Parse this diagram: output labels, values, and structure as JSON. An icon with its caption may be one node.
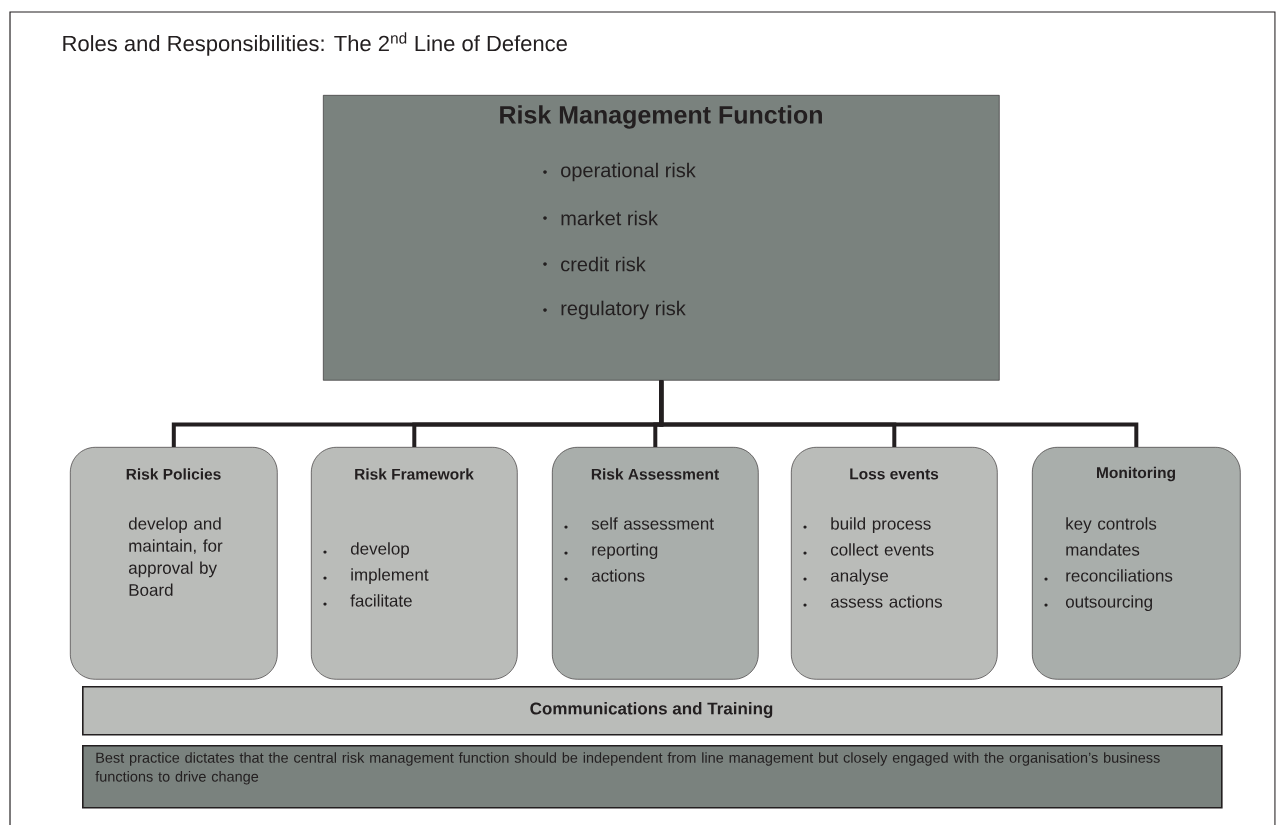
{
  "diagram": {
    "title": "Roles and Responsibilities: The 2$^{nd}$ Line of Defence",
    "nodes": [
      {
        "text": [
          "Risk Management Function",
          "operational risk",
          "market risk",
          "credit risk",
          "regulatory risk"
        ]
      },
      {
        "text": [
          "Risk Policies",
          "develop and maintain, for approval by Board"
        ]
      },
      {
        "text": [
          "Risk Framework",
          "develop",
          "implement",
          "facilitate"
        ]
      },
      {
        "text": [
          "Risk Assessment",
          "self assessment",
          "reporting",
          "actions"
        ]
      },
      {
        "text": [
          "Loss events",
          "build process",
          "collect events",
          "analyse",
          "assess actions"
        ]
      },
      {
        "text": [
          "Monitoring",
          "key controls",
          "mandates",
          "reconciliations",
          "outsourcing"
        ]
      },
      {
        "text": [
          "Communications and Training"
        ]
      },
      {
        "text": [
          "Best practice dictates that the central risk management function should be independent from line management but closely engaged with the organisation’s business functions to drive change"
        ]
      }
    ],
    "edges": [
      {
        "from": 0,
        "to": 1,
        "arrow": "none"
      },
      {
        "from": 0,
        "to": 2,
        "arrow": "none"
      },
      {
        "from": 0,
        "to": 3,
        "arrow": "none"
      },
      {
        "from": 0,
        "to": 4,
        "arrow": "none"
      },
      {
        "from": 0,
        "to": 5,
        "arrow": "none"
      }
    ]
  }
}
